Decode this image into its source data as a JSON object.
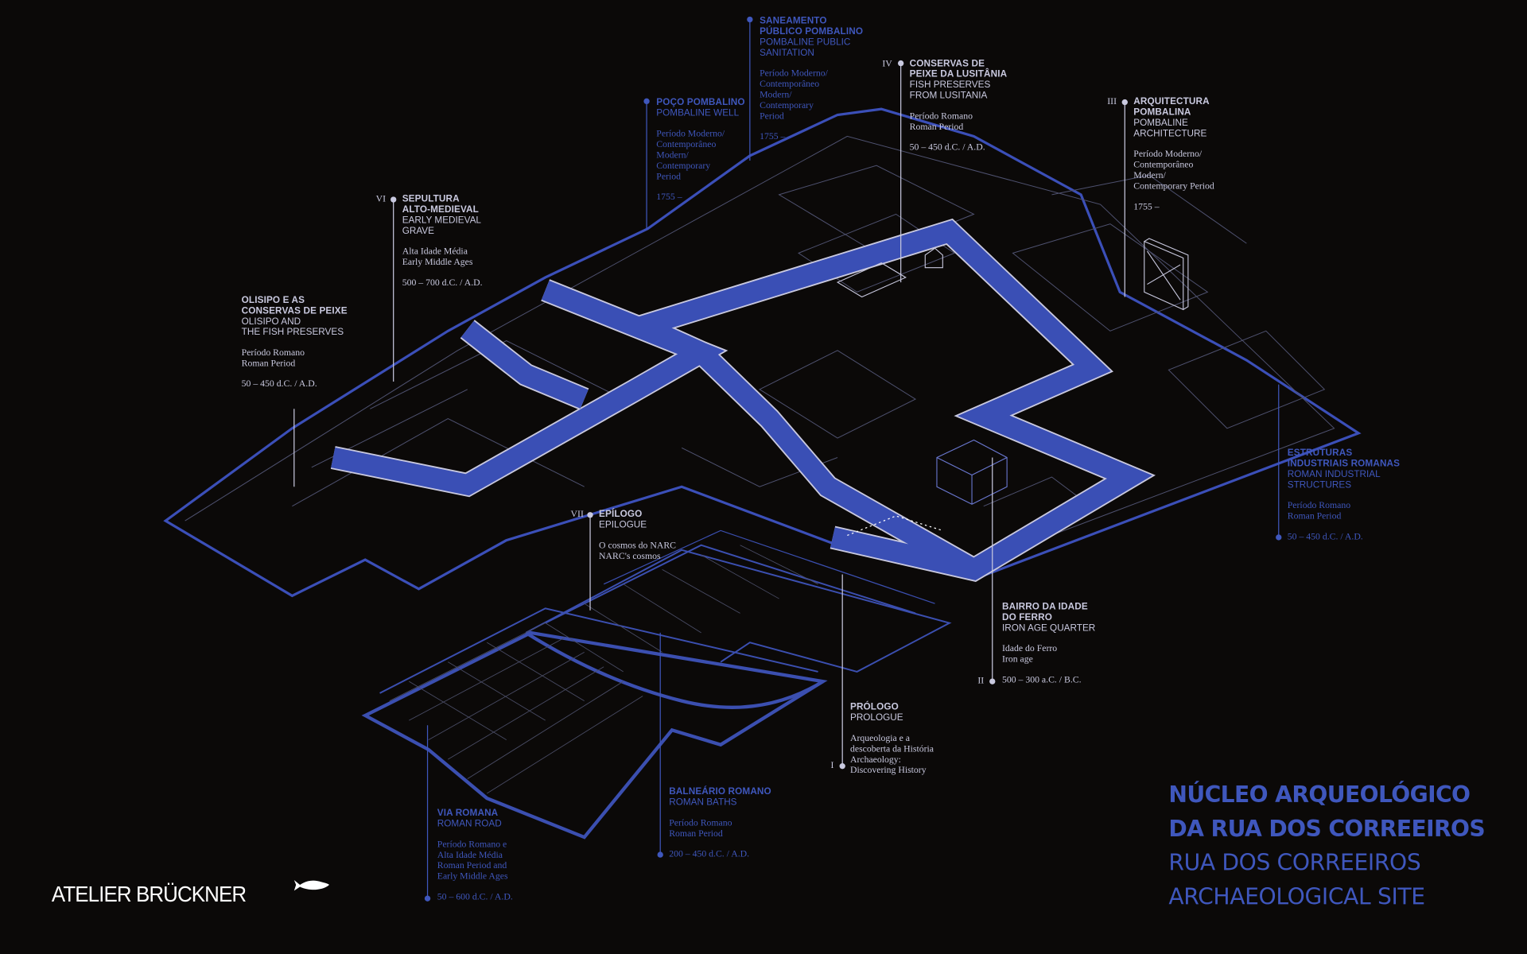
{
  "colors": {
    "background": "#0b0908",
    "accent_blue": "#3f57bd",
    "label_light": "#c9c9df",
    "walkway": "#3a4fb5"
  },
  "labels": [
    {
      "id": "san",
      "style": "blue",
      "numeral": "",
      "title": [
        "SANEAMENTO",
        "PÚBLICO POMBALINO"
      ],
      "subtitle": [
        "POMBALINE PUBLIC",
        "SANITATION"
      ],
      "period": [
        "Período Moderno/",
        "Contemporâneo",
        "Modern/",
        "Contemporary",
        "Period"
      ],
      "date": "1755 –"
    },
    {
      "id": "poco",
      "style": "blue",
      "numeral": "",
      "title": [
        "POÇO POMBALINO"
      ],
      "subtitle": [
        "POMBALINE WELL"
      ],
      "period": [
        "Período Moderno/",
        "Contemporâneo",
        "Modern/",
        "Contemporary",
        "Period"
      ],
      "date": "1755 –"
    },
    {
      "id": "iv",
      "style": "light",
      "numeral": "IV",
      "title": [
        "CONSERVAS DE",
        "PEIXE DA LUSITÂNIA"
      ],
      "subtitle": [
        "FISH PRESERVES",
        "FROM LUSITANIA"
      ],
      "period": [
        "Período Romano",
        "Roman Period"
      ],
      "date": "50 – 450 d.C. / A.D."
    },
    {
      "id": "iii",
      "style": "light",
      "numeral": "III",
      "title": [
        "ARQUITECTURA",
        "POMBALINA"
      ],
      "subtitle": [
        "POMBALINE",
        "ARCHITECTURE"
      ],
      "period": [
        "Período Moderno/",
        "Contemporâneo",
        "Modern/",
        "Contemporary Period"
      ],
      "date": "1755 –"
    },
    {
      "id": "vi",
      "style": "light",
      "numeral": "VI",
      "title": [
        "SEPULTURA",
        "ALTO-MEDIEVAL"
      ],
      "subtitle": [
        "EARLY MEDIEVAL",
        "GRAVE"
      ],
      "period": [
        "Alta Idade Média",
        "Early Middle Ages"
      ],
      "date": "500 – 700 d.C. / A.D."
    },
    {
      "id": "olisipo",
      "style": "light",
      "numeral": "",
      "title": [
        "OLISIPO E AS",
        "CONSERVAS DE PEIXE"
      ],
      "subtitle": [
        "OLISIPO AND",
        "THE FISH PRESERVES"
      ],
      "period": [
        "Período Romano",
        "Roman Period"
      ],
      "date": "50 – 450 d.C. / A.D."
    },
    {
      "id": "vii",
      "style": "light",
      "numeral": "VII",
      "title": [
        "EPÍLOGO"
      ],
      "subtitle": [
        "EPILOGUE"
      ],
      "period": [
        "O cosmos do NARC",
        "NARC's cosmos"
      ],
      "date": ""
    },
    {
      "id": "bairro",
      "style": "light",
      "numeral": "II",
      "title": [
        "BAIRRO DA IDADE",
        "DO FERRO"
      ],
      "subtitle": [
        "IRON AGE QUARTER"
      ],
      "period": [
        "Idade do Ferro",
        "Iron age"
      ],
      "date": "500 – 300 a.C. / B.C."
    },
    {
      "id": "prologo",
      "style": "light",
      "numeral": "I",
      "title": [
        "PRÓLOGO"
      ],
      "subtitle": [
        "PROLOGUE"
      ],
      "period": [
        "Arqueologia e a",
        "descoberta da História",
        "Archaeology:",
        "Discovering History"
      ],
      "date": ""
    },
    {
      "id": "estr",
      "style": "blue",
      "numeral": "",
      "title": [
        "ESTRUTURAS",
        "INDUSTRIAIS ROMANAS"
      ],
      "subtitle": [
        "ROMAN INDUSTRIAL",
        "STRUCTURES"
      ],
      "period": [
        "Período Romano",
        "Roman Period"
      ],
      "date": "50 – 450 d.C. / A.D."
    },
    {
      "id": "baln",
      "style": "blue",
      "numeral": "",
      "title": [
        "BALNEÁRIO ROMANO"
      ],
      "subtitle": [
        "ROMAN BATHS"
      ],
      "period": [
        "Período Romano",
        "Roman Period"
      ],
      "date": "200 – 450 d.C. / A.D."
    },
    {
      "id": "via",
      "style": "blue",
      "numeral": "",
      "title": [
        "VIA ROMANA"
      ],
      "subtitle": [
        "ROMAN ROAD"
      ],
      "period": [
        "Período Romano e",
        "Alta Idade Média",
        "Roman Period and",
        "Early Middle Ages"
      ],
      "date": "50 – 600 d.C. / A.D."
    }
  ],
  "site_title": {
    "pt_line1": "NÚCLEO ARQUEOLÓGICO",
    "pt_line2": "DA RUA DOS CORREEIROS",
    "en_line1": "RUA DOS CORREEIROS",
    "en_line2": "ARCHAEOLOGICAL SITE"
  },
  "logo": {
    "text": "ATELIER BRÜCKNER",
    "icon": "fish-icon"
  }
}
